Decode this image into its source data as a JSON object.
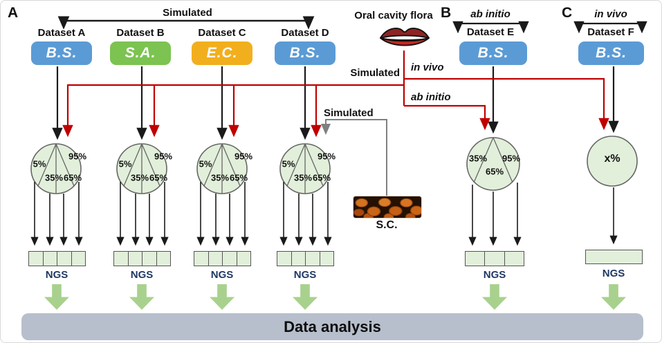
{
  "panels": {
    "a": "A",
    "b": "B",
    "c": "C"
  },
  "labels": {
    "top_bracket": "Simulated",
    "oral_cavity": "Oral cavity flora",
    "simulated_branch": "Simulated",
    "in_vivo_branch": "in vivo",
    "ab_initio_branch": "ab initio",
    "sc_branch": "Simulated",
    "sc": "S.C.",
    "data_analysis": "Data analysis"
  },
  "sections": {
    "b_method": "ab initio",
    "b_dataset": "Dataset E",
    "c_method": "in vivo",
    "c_dataset": "Dataset F"
  },
  "datasets": [
    {
      "title": "Dataset A",
      "organism": "B.S.",
      "color": "#5B9BD5",
      "pie": {
        "p5": "5%",
        "p35": "35%",
        "p65": "65%",
        "p95": "95%"
      },
      "ngs_cells": 4,
      "ngs": "NGS"
    },
    {
      "title": "Dataset B",
      "organism": "S.A.",
      "color": "#7CC351",
      "pie": {
        "p5": "5%",
        "p35": "35%",
        "p65": "65%",
        "p95": "95%"
      },
      "ngs_cells": 4,
      "ngs": "NGS"
    },
    {
      "title": "Dataset C",
      "organism": "E.C.",
      "color": "#F2AF1D",
      "pie": {
        "p5": "5%",
        "p35": "35%",
        "p65": "65%",
        "p95": "95%"
      },
      "ngs_cells": 4,
      "ngs": "NGS"
    },
    {
      "title": "Dataset D",
      "organism": "B.S.",
      "color": "#5B9BD5",
      "pie": {
        "p5": "5%",
        "p35": "35%",
        "p65": "65%",
        "p95": "95%"
      },
      "ngs_cells": 4,
      "ngs": "NGS"
    },
    {
      "title": "Dataset E",
      "organism": "B.S.",
      "color": "#5B9BD5",
      "pie": {
        "p35": "35%",
        "p65": "65%",
        "p95": "95%"
      },
      "ngs_cells": 3,
      "ngs": "NGS"
    },
    {
      "title": "Dataset F",
      "organism": "B.S.",
      "color": "#5B9BD5",
      "pie": {
        "px": "x%"
      },
      "ngs_cells": 1,
      "ngs": "NGS"
    }
  ],
  "colors": {
    "pie_fill": "#E2EFDA",
    "pie_stroke": "#666666",
    "ngs_text": "#1F3864",
    "green_arrow": "#A9D18E",
    "data_analysis_bg": "#B7BFCC",
    "red_line": "#C00000",
    "gray_line": "#808080",
    "black_line": "#1A1A1A",
    "lips_upper": "#8E2323",
    "lips_lower": "#C02A21"
  }
}
